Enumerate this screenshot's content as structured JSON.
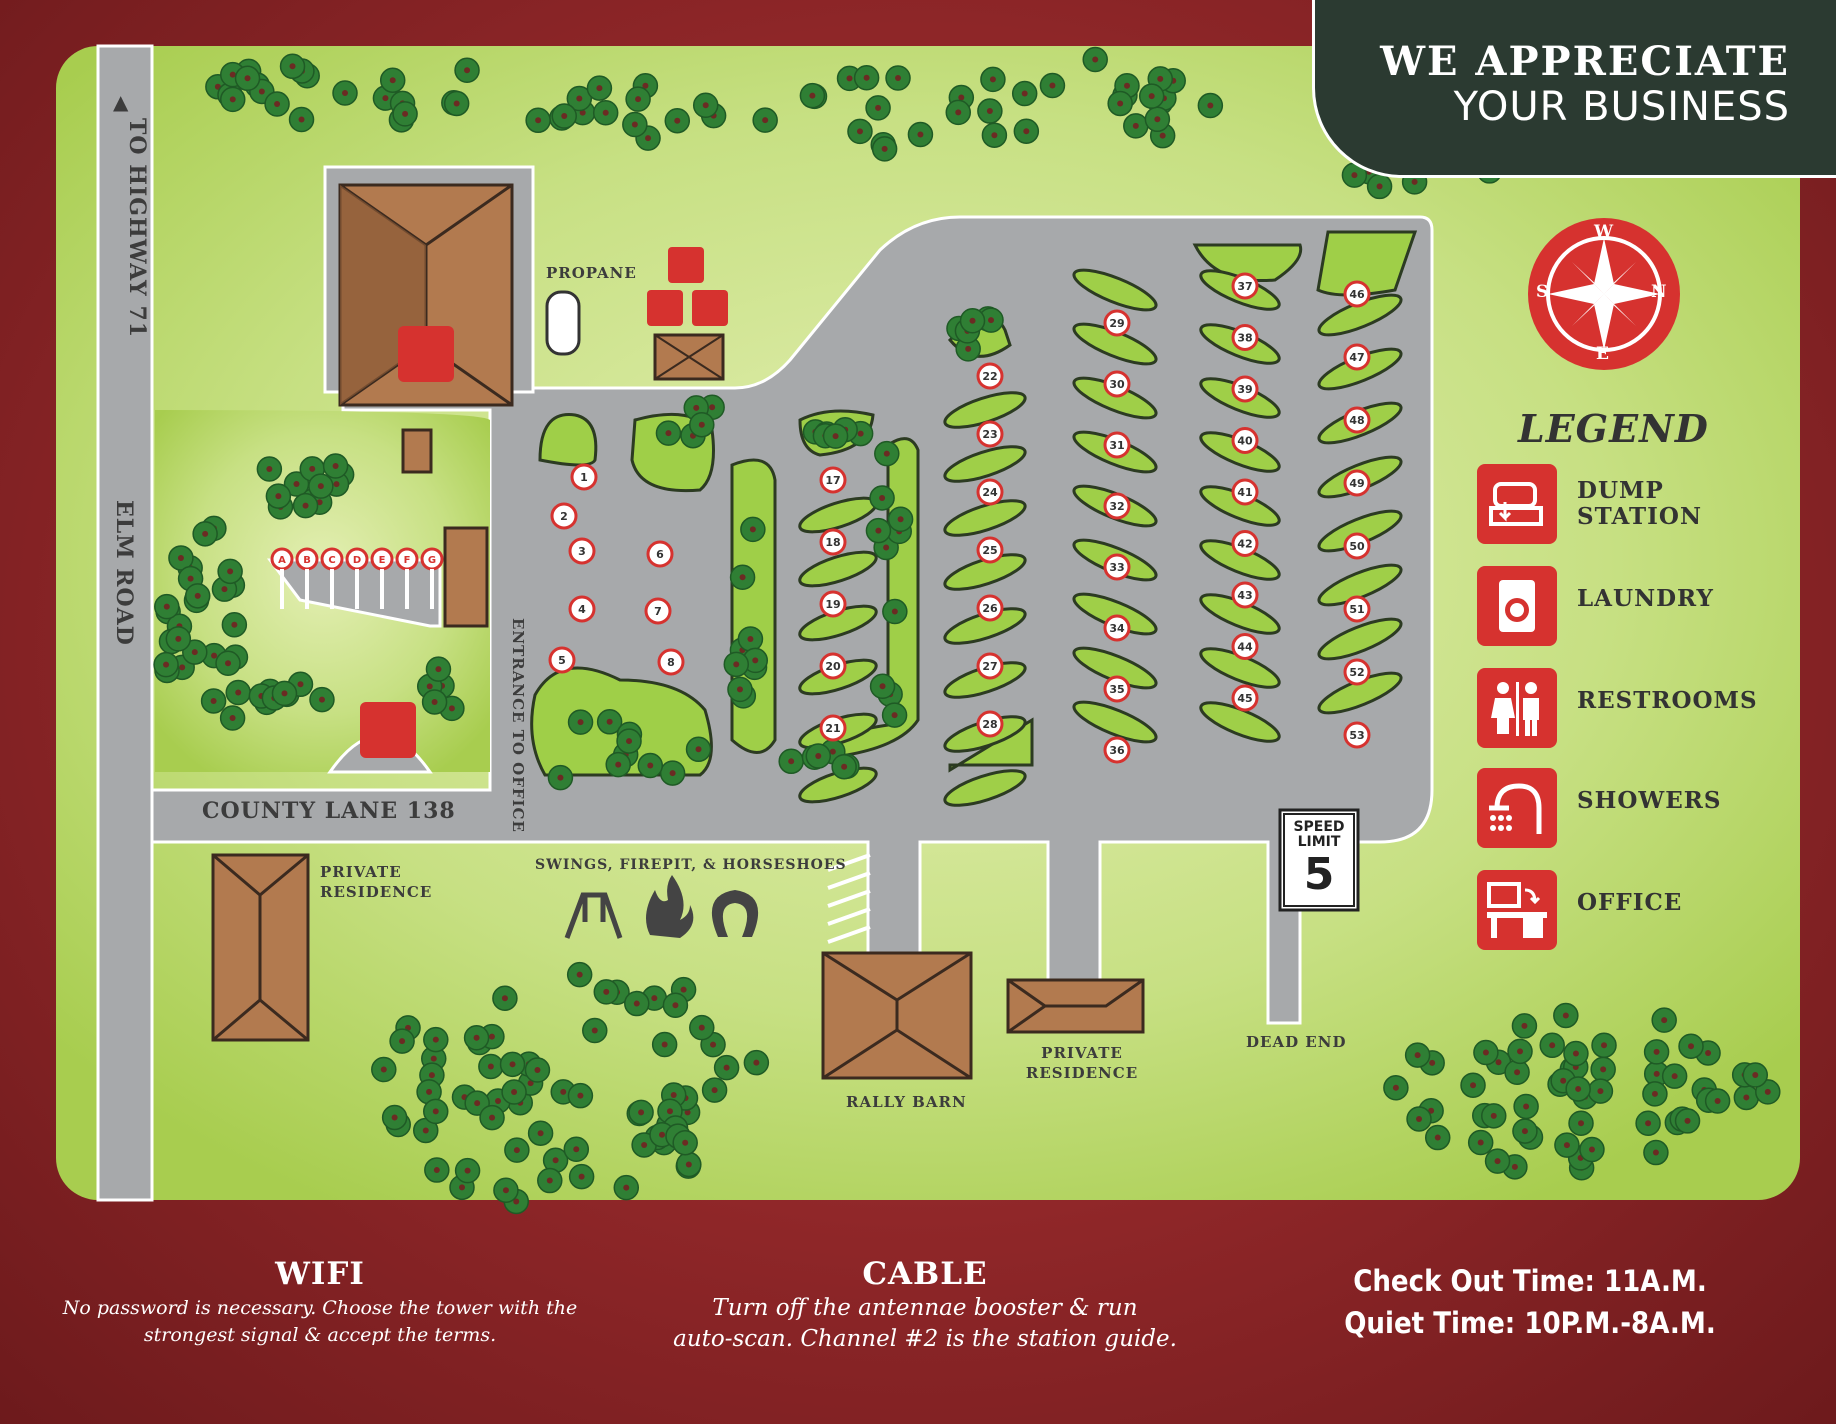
{
  "banner": {
    "line1": "WE APPRECIATE",
    "line2": "YOUR BUSINESS"
  },
  "roads": {
    "highway": "TO HIGHWAY 71",
    "elm": "ELM ROAD",
    "county": "COUNTY LANE 138",
    "entrance": "ENTRANCE TO OFFICE"
  },
  "places": {
    "propane": "PROPANE",
    "private_residence_1": "PRIVATE RESIDENCE",
    "private_residence_2": "PRIVATE RESIDENCE",
    "rally_barn": "RALLY BARN",
    "dead_end": "DEAD END",
    "swings": "SWINGS, FIREPIT, & HORSESHOES"
  },
  "speed_sign": {
    "line1": "SPEED",
    "line2": "LIMIT",
    "value": "5"
  },
  "compass": {
    "n": "N",
    "s": "S",
    "e": "E",
    "w": "W"
  },
  "legend": {
    "title": "LEGEND",
    "items": [
      {
        "icon": "dump-station-icon",
        "label": "DUMP STATION"
      },
      {
        "icon": "laundry-icon",
        "label": "LAUNDRY"
      },
      {
        "icon": "restrooms-icon",
        "label": "RESTROOMS"
      },
      {
        "icon": "showers-icon",
        "label": "SHOWERS"
      },
      {
        "icon": "office-icon",
        "label": "OFFICE"
      }
    ]
  },
  "tent_sites": [
    "A",
    "B",
    "C",
    "D",
    "E",
    "F",
    "G"
  ],
  "sites": {
    "front": [
      "1",
      "2",
      "3",
      "4",
      "5",
      "6",
      "7",
      "8"
    ],
    "col1": [
      "17",
      "18",
      "19",
      "20",
      "21"
    ],
    "col2": [
      "22",
      "23",
      "24",
      "25",
      "26",
      "27",
      "28"
    ],
    "col3": [
      "29",
      "30",
      "31",
      "32",
      "33",
      "34",
      "35",
      "36"
    ],
    "col4": [
      "37",
      "38",
      "39",
      "40",
      "41",
      "42",
      "43",
      "44",
      "45"
    ],
    "col5": [
      "46",
      "47",
      "48",
      "49",
      "50",
      "51",
      "52",
      "53"
    ]
  },
  "wifi": {
    "title": "WIFI",
    "text1": "No password is necessary.  Choose the tower with the",
    "text2": "strongest signal & accept the terms."
  },
  "cable": {
    "title": "CABLE",
    "text1": "Turn off the antennae booster & run",
    "text2": "auto-scan.  Channel #2 is the station guide."
  },
  "times": {
    "checkout": "Check Out Time: 11A.M.",
    "quiet": "Quiet Time: 10P.M.-8A.M."
  },
  "colors": {
    "grass": "#b7d66b",
    "road": "#a7a9ab",
    "red": "#d6322f",
    "tree": "#2e7d32",
    "wood": "#8e2628"
  }
}
